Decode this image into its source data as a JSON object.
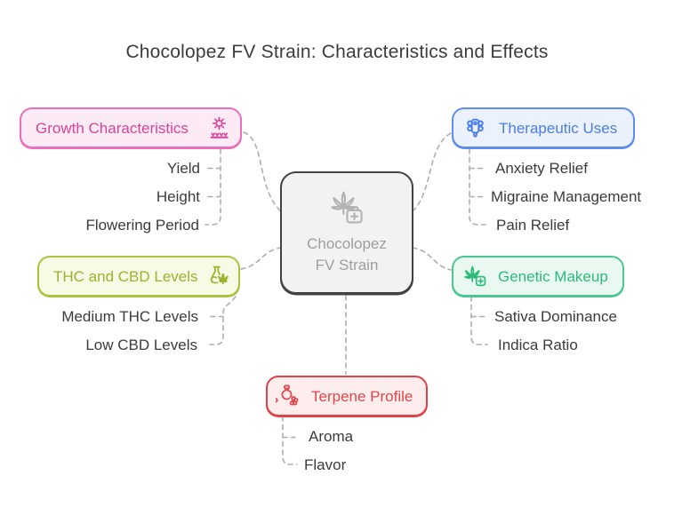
{
  "title": "Chocolopez FV Strain: Characteristics and Effects",
  "center": {
    "line1": "Chocolopez",
    "line2": "FV Strain",
    "icon": "cannabis-medkit-icon"
  },
  "branches": [
    {
      "id": "growth",
      "label": "Growth Characteristics",
      "icon": "sun-seedlings-icon",
      "text_color": "#d84499",
      "border_color": "#ec6fbc",
      "bg_color": "#fceaf5",
      "items": [
        "Yield",
        "Height",
        "Flowering Period"
      ]
    },
    {
      "id": "thc-cbd",
      "label": "THC and CBD Levels",
      "icon": "flask-leaf-icon",
      "text_color": "#9ab32c",
      "border_color": "#abc43f",
      "bg_color": "#f7fae5",
      "items": [
        "Medium THC Levels",
        "Low CBD Levels"
      ]
    },
    {
      "id": "therapeutic",
      "label": "Therapeutic Uses",
      "icon": "pill-dispenser-icon",
      "text_color": "#4a7ee6",
      "border_color": "#5e8eee",
      "bg_color": "#ecf2fd",
      "items": [
        "Anxiety Relief",
        "Migraine Management",
        "Pain Relief"
      ]
    },
    {
      "id": "genetic",
      "label": "Genetic Makeup",
      "icon": "cannabis-plus-icon",
      "text_color": "#2eba7a",
      "border_color": "#4cc794",
      "bg_color": "#e9f9f1",
      "items": [
        "Sativa Dominance",
        "Indica Ratio"
      ]
    },
    {
      "id": "terpene",
      "label": "Terpene Profile",
      "icon": "perfume-flower-icon",
      "text_color": "#e0474d",
      "border_color": "#dd4349",
      "bg_color": "#fdeded",
      "items": [
        "Aroma",
        "Flavor"
      ]
    }
  ],
  "colors": {
    "title_text": "#3c3c3c",
    "item_text": "#3b3b3b",
    "connector": "#aeaeae",
    "center_border": "#424242",
    "center_bg": "#f2f2f2",
    "center_text": "#9e9e9e"
  }
}
